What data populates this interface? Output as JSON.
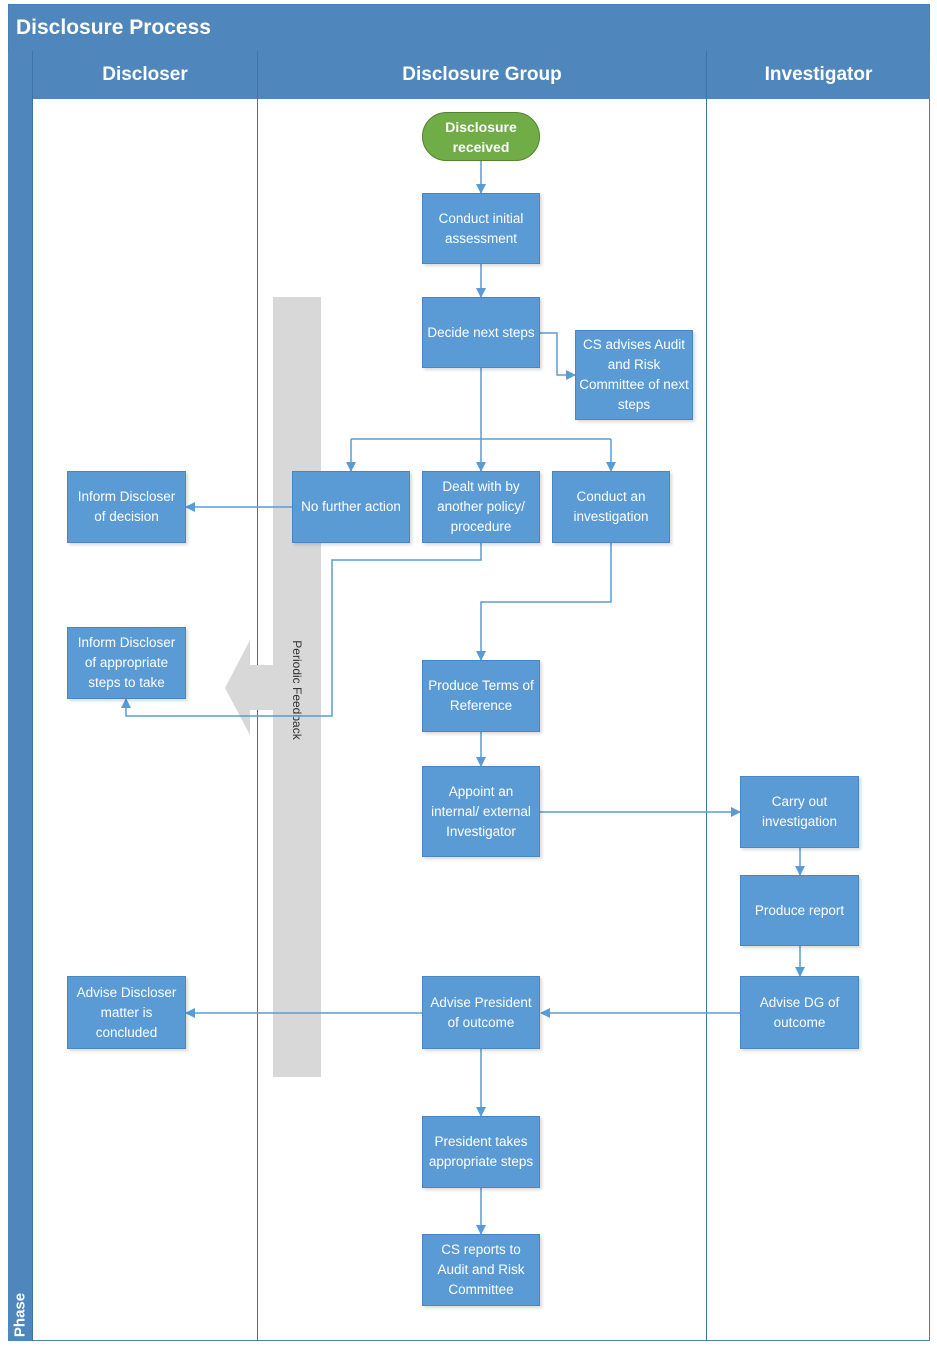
{
  "title": "Disclosure Process",
  "phase_label": "Phase",
  "lanes": [
    {
      "label": "Discloser"
    },
    {
      "label": "Disclosure Group"
    },
    {
      "label": "Investigator"
    }
  ],
  "feedback_label": "Periodic Feedback",
  "start": {
    "label": "Disclosure received",
    "color": "#70ad47"
  },
  "steps": {
    "initial_assessment": "Conduct initial assessment",
    "decide_next_steps": "Decide next steps",
    "cs_advises_arc": "CS advises Audit and Risk Committee of next steps",
    "no_further_action": "No further action",
    "other_policy": "Dealt with by another policy/ procedure",
    "conduct_investigation": "Conduct an investigation",
    "inform_decision": "Inform Discloser of decision",
    "inform_steps": "Inform Discloser of appropriate steps to take",
    "terms_of_reference": "Produce Terms of Reference",
    "appoint_investigator": "Appoint an internal/ external Investigator",
    "carry_out": "Carry out investigation",
    "produce_report": "Produce report",
    "advise_dg": "Advise DG of outcome",
    "advise_president": "Advise President of outcome",
    "advise_discloser_concluded": "Advise Discloser matter is concluded",
    "president_takes_steps": "President takes appropriate steps",
    "cs_reports": "CS reports to Audit and Risk Committee"
  },
  "colors": {
    "header": "#4f87bc",
    "box": "#5b9bd5",
    "connector": "#5b9bd5",
    "feedback": "#d8d8d8"
  }
}
